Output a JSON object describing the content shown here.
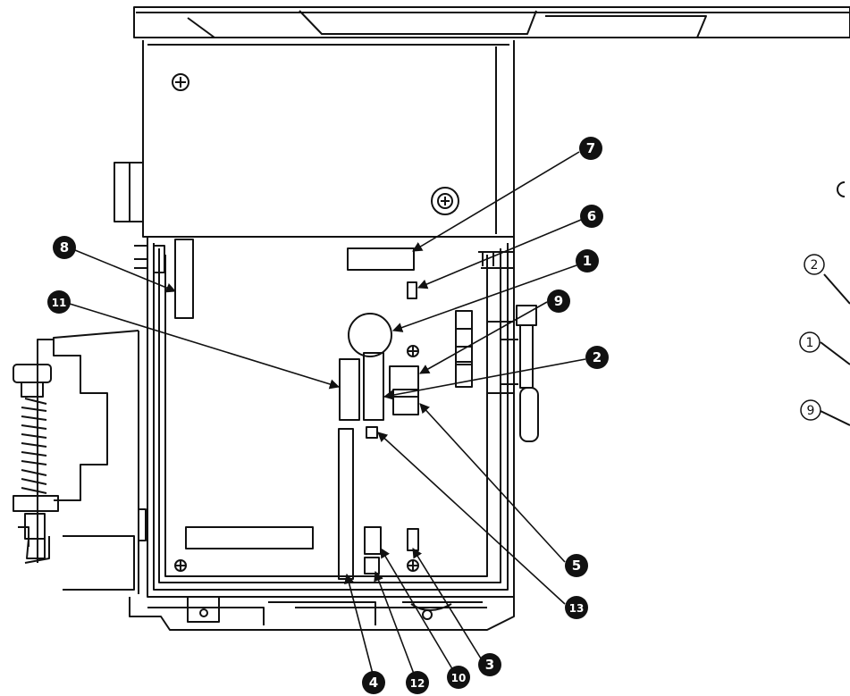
{
  "diagram": {
    "callouts": [
      {
        "id": "c1",
        "label": "1"
      },
      {
        "id": "c2",
        "label": "2"
      },
      {
        "id": "c3",
        "label": "3"
      },
      {
        "id": "c4",
        "label": "4"
      },
      {
        "id": "c5",
        "label": "5"
      },
      {
        "id": "c6",
        "label": "6"
      },
      {
        "id": "c7",
        "label": "7"
      },
      {
        "id": "c8",
        "label": "8"
      },
      {
        "id": "c9",
        "label": "9"
      },
      {
        "id": "c10",
        "label": "10"
      },
      {
        "id": "c11",
        "label": "11"
      },
      {
        "id": "c12",
        "label": "12"
      },
      {
        "id": "c13",
        "label": "13"
      }
    ],
    "ring_callouts": [
      {
        "id": "r2",
        "label": "2"
      },
      {
        "id": "r1",
        "label": "1"
      },
      {
        "id": "r9",
        "label": "9"
      }
    ],
    "colors": {
      "ink": "#111111",
      "paper": "#ffffff"
    }
  }
}
